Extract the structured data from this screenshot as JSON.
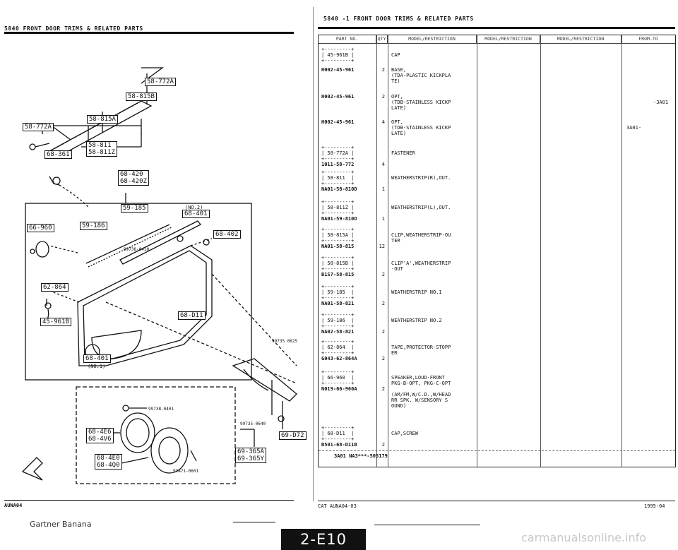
{
  "left_header": "5840   FRONT DOOR TRIMS & RELATED PARTS",
  "right_header": "5840  -1      FRONT DOOR TRIMS & RELATED PARTS",
  "diagram_labels": [
    {
      "id": "58-772A-top",
      "text": "58-772A"
    },
    {
      "id": "58-815B",
      "text": "58-815B"
    },
    {
      "id": "58-772A-left",
      "text": "58-772A"
    },
    {
      "id": "58-815A",
      "text": "58-815A"
    },
    {
      "id": "58-811",
      "text": "58-811\n58-811Z"
    },
    {
      "id": "68-361",
      "text": "68-361"
    },
    {
      "id": "68-420",
      "text": "68-420\n68-420Z"
    },
    {
      "id": "59-185",
      "text": "59-185"
    },
    {
      "id": "no2",
      "text": "(NO.2)"
    },
    {
      "id": "68-401-top",
      "text": "68-401"
    },
    {
      "id": "66-960",
      "text": "66-960"
    },
    {
      "id": "59-186",
      "text": "59-186"
    },
    {
      "id": "68-402",
      "text": "68-402"
    },
    {
      "id": "99738-0410",
      "text": "99738-0410"
    },
    {
      "id": "62-864",
      "text": "62-864"
    },
    {
      "id": "45-961B",
      "text": "45-961B"
    },
    {
      "id": "68-D11",
      "text": "68-D11"
    },
    {
      "id": "99735-0625",
      "text": "99735 0625"
    },
    {
      "id": "68-401-bot",
      "text": "68-401"
    },
    {
      "id": "no1",
      "text": "(NO.1)"
    },
    {
      "id": "99738-0401",
      "text": "99738-0401"
    },
    {
      "id": "68-4E6",
      "text": "68-4E6\n68-4V6"
    },
    {
      "id": "68-4E0",
      "text": "68-4E0\n68-4Q0"
    },
    {
      "id": "9YA71-0601",
      "text": "9YA71-0601"
    },
    {
      "id": "99735-0640",
      "text": "99735-0640"
    },
    {
      "id": "69-D72",
      "text": "69-D72"
    },
    {
      "id": "69-365",
      "text": "69-365A\n69-365Y"
    }
  ],
  "left_footer": "AUNA04",
  "table": {
    "headers": [
      "PART NO.",
      "QTY",
      "MODEL/RESTRICTION",
      "MODEL/RESTRICTION",
      "MODEL/RESTRICTION",
      "FROM-TO"
    ],
    "rows": [
      {
        "boxed": "+---------+\n| 45-961B |\n+---------+",
        "part": "",
        "qty": "",
        "desc": "CAP",
        "range": ""
      },
      {
        "boxed": "",
        "part": "H002-45-961",
        "qty": "2",
        "desc": "BASE,\n(TDA-PLASTIC KICKPLA\nTE)",
        "range": ""
      },
      {
        "boxed": "",
        "part": "H002-45-961",
        "qty": "2",
        "desc": "OPT,\n(TDB-STAINLESS KICKP\nLATE)",
        "range": "-3A01"
      },
      {
        "boxed": "",
        "part": "H002-45-961",
        "qty": "4",
        "desc": "OPT,\n(TDB-STAINLESS KICKP\nLATE)",
        "range": "3A01-"
      },
      {
        "boxed": "+---------+\n| 58-772A |\n+---------+",
        "part": "1011-58-772",
        "qty": "4",
        "desc": "FASTENER",
        "range": ""
      },
      {
        "boxed": "+---------+\n| 58-811  |\n+---------+",
        "part": "NA01-58-810D",
        "qty": "1",
        "desc": "WEATHERSTRIP(R),OUT.",
        "range": ""
      },
      {
        "boxed": "+---------+\n| 58-811Z |\n+---------+",
        "part": "NA01-59-810D",
        "qty": "1",
        "desc": "WEATHERSTRIP(L),OUT.",
        "range": ""
      },
      {
        "boxed": "+---------+\n| 58-815A |\n+---------+",
        "part": "NA01-58-815",
        "qty": "12",
        "desc": "CLIP,WEATHERSTRIP-OU\nTER",
        "range": ""
      },
      {
        "boxed": "+---------+\n| 58-815B |\n+---------+",
        "part": "B1S7-58-815",
        "qty": "2",
        "desc": "CLIP'A',WEATHERSTRIP\n-OUT",
        "range": ""
      },
      {
        "boxed": "+---------+\n| 59-185  |\n+---------+",
        "part": "NA01-58-821",
        "qty": "2",
        "desc": "WEATHERSTRIP NO.1",
        "range": ""
      },
      {
        "boxed": "+---------+\n| 59-186  |\n+---------+",
        "part": "NA02-58-821",
        "qty": "2",
        "desc": "WEATHERSTRIP NO.2",
        "range": ""
      },
      {
        "boxed": "+---------+\n| 62-864  |\n+---------+",
        "part": "G043-62-864A",
        "qty": "2",
        "desc": "TAPE,PROTECTOR-STOPP\nER",
        "range": ""
      },
      {
        "boxed": "+---------+\n| 66-960  |\n+---------+",
        "part": "N019-66-960A",
        "qty": "2",
        "desc": "SPEAKER,LOUD-FRONT\nPKG-B-OPT, PKG-C-OPT\n\n(AM/FM,W/C.D.,W/HEAD\nRR SPK. W/SENSORY S\nOUND)",
        "range": ""
      },
      {
        "boxed": "+---------+\n| 68-D11  |\n+---------+",
        "part": "B501-68-D11B",
        "qty": "2",
        "desc": "CAP,SCREW",
        "range": ""
      }
    ],
    "range_note": "3A01  NA3***-505179"
  },
  "footer_left": "CAT   AUNA04-03",
  "footer_right": "1995-04",
  "page_banner": "2-E10",
  "source_label": "Gartner Banana",
  "watermark": "carmanualsonline.info"
}
